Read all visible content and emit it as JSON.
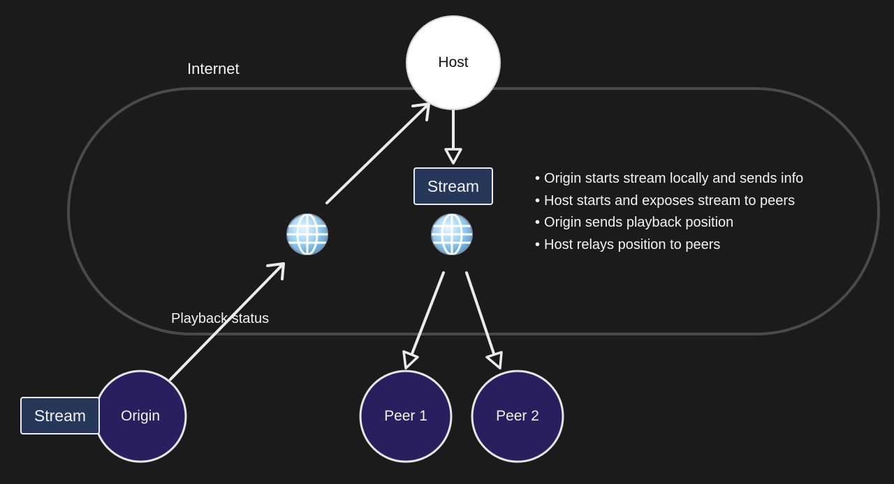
{
  "diagram": {
    "boundary": {
      "label": "Internet"
    },
    "nodes": {
      "host": {
        "label": "Host"
      },
      "origin": {
        "label": "Origin"
      },
      "peer1": {
        "label": "Peer 1"
      },
      "peer2": {
        "label": "Peer 2"
      }
    },
    "streams": {
      "host_stream": {
        "label": "Stream"
      },
      "origin_stream": {
        "label": "Stream"
      }
    },
    "edges": {
      "origin_to_host": {
        "label": "Playback status"
      }
    },
    "icons": [
      "globe-icon",
      "globe-icon"
    ],
    "notes": [
      "Origin starts stream locally and sends info",
      "Host starts and exposes stream to peers",
      "Origin sends playback position",
      "Host relays position to peers"
    ],
    "colors": {
      "background": "#1b1b1c",
      "host_fill": "#ffffff",
      "client_fill": "#2a1f5e",
      "stream_fill": "#26375a",
      "boundary_stroke": "#4a4a4a",
      "arrow": "#ececec"
    }
  }
}
